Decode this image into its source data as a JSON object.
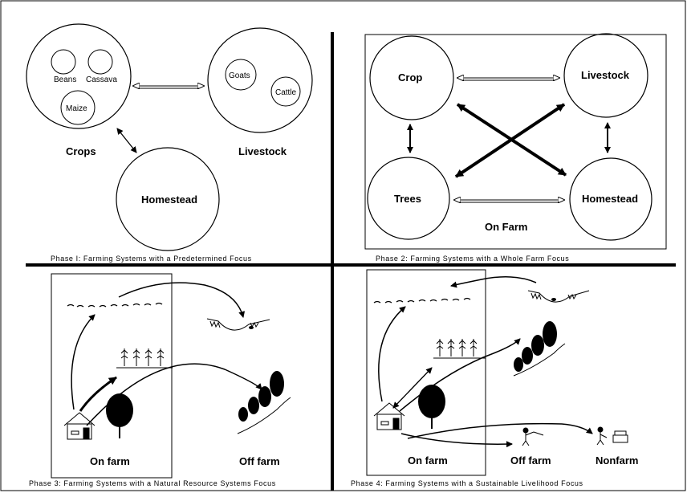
{
  "phase1": {
    "crop_items": [
      "Beans",
      "Cassava",
      "Maize"
    ],
    "crops_label": "Crops",
    "livestock_items": [
      "Goats",
      "Cattle"
    ],
    "livestock_label": "Livestock",
    "homestead_label": "Homestead",
    "caption": "Phase I: Farming Systems with a Predetermined Focus"
  },
  "phase2": {
    "crop_label": "Crop",
    "livestock_label": "Livestock",
    "trees_label": "Trees",
    "homestead_label": "Homestead",
    "farm_label": "On Farm",
    "caption": "Phase 2: Farming Systems with a Whole Farm Focus"
  },
  "phase3": {
    "on_farm_label": "On farm",
    "off_farm_label": "Off farm",
    "caption": "Phase 3: Farming Systems with a Natural Resource Systems Focus"
  },
  "phase4": {
    "on_farm_label": "On farm",
    "off_farm_label": "Off farm",
    "nonfarm_label": "Nonfarm",
    "caption": "Phase 4: Farming Systems with a Sustainable Livelihood Focus"
  },
  "colors": {
    "line": "#000000",
    "background": "#ffffff"
  }
}
